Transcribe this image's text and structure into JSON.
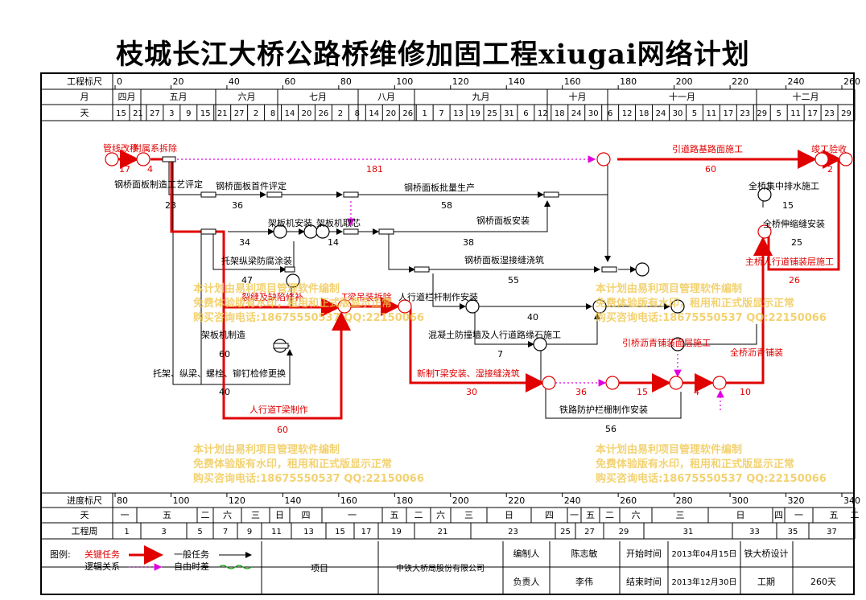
{
  "title": "枝城长江大桥公路桥维修加固工程xiugai网络计划",
  "header": {
    "rows": {
      "scale": "工程标尺",
      "month": "月",
      "day": "天",
      "progress": "进度标尺",
      "day2": "天",
      "week": "工程周"
    },
    "scale_ticks": [
      "0",
      "20",
      "40",
      "60",
      "80",
      "100",
      "120",
      "140",
      "160",
      "180",
      "200",
      "220",
      "240",
      "260"
    ],
    "months": [
      "四月",
      "五月",
      "六月",
      "七月",
      "八月",
      "九月",
      "十月",
      "十一月",
      "十二月"
    ],
    "days": [
      "15",
      "21",
      "27",
      "3",
      "9",
      "15",
      "21",
      "27",
      "2",
      "8",
      "14",
      "20",
      "26",
      "2",
      "8",
      "14",
      "20",
      "26",
      "1",
      "7",
      "13",
      "19",
      "25",
      "31",
      "6",
      "12",
      "18",
      "24",
      "30",
      "6",
      "12",
      "18",
      "24",
      "30",
      "5",
      "11",
      "17",
      "23",
      "29",
      "5",
      "11",
      "17",
      "23",
      "29"
    ],
    "progress_ticks": [
      "80",
      "100",
      "120",
      "140",
      "160",
      "180",
      "200",
      "220",
      "240",
      "260",
      "280",
      "300",
      "320",
      "340"
    ],
    "weekdays": [
      "一",
      "五",
      "二",
      "六",
      "三",
      "日",
      "四",
      "一",
      "五",
      "二",
      "六",
      "三",
      "日",
      "四",
      "一",
      "五",
      "二",
      "六",
      "三",
      "日",
      "四",
      "一",
      "五",
      "二"
    ],
    "weeks": [
      "1",
      "3",
      "5",
      "7",
      "9",
      "11",
      "13",
      "15",
      "17",
      "19",
      "21",
      "23",
      "25",
      "27",
      "29",
      "31",
      "33",
      "35",
      "37"
    ]
  },
  "tasks": [
    {
      "label": "管线改移",
      "duration": "17"
    },
    {
      "label": "附属系拆除",
      "duration": "4"
    },
    {
      "label": "引道路基路面施工",
      "duration": "60"
    },
    {
      "label": "竣工验收",
      "duration": "2"
    },
    {
      "label": "钢桥面板制造工艺评定",
      "duration": "23"
    },
    {
      "label": "钢桥面板首件评定",
      "duration": "36"
    },
    {
      "label": "钢桥面板批量生产",
      "duration": "58"
    },
    {
      "label": "钢桥面板安装",
      "duration": "38"
    },
    {
      "label": "钢桥面板湿接缝浇筑",
      "duration": "55"
    },
    {
      "label": "架板机安装",
      "duration": "34"
    },
    {
      "label": "架板机取芯",
      "duration": "14"
    },
    {
      "label": "托架纵梁防腐涂装",
      "duration": "47"
    },
    {
      "label": "裂缝及缺陷修补",
      "duration": ""
    },
    {
      "label": "T梁吊装拆除",
      "duration": ""
    },
    {
      "label": "人行道栏杆制作安装",
      "duration": "40"
    },
    {
      "label": "混凝土防撞墙及人行道路缘石施工",
      "duration": "7"
    },
    {
      "label": "架板机制造",
      "duration": "60"
    },
    {
      "label": "托架、纵梁、螺栓、铆钉检修更换",
      "duration": "40"
    },
    {
      "label": "新制T梁安装、湿接缝浇筑",
      "duration": "30"
    },
    {
      "label": "人行道T梁制作",
      "duration": "60"
    },
    {
      "label": "铁路防护栏栅制作安装",
      "duration": "56"
    },
    {
      "label": "全桥集中排水施工",
      "duration": "15"
    },
    {
      "label": "全桥伸缩缝安装",
      "duration": "25"
    },
    {
      "label": "主桥人行道铺装层施工",
      "duration": "26"
    },
    {
      "label": "引桥沥青铺装面层施工",
      "duration": "15"
    },
    {
      "label": "全桥沥青铺装",
      "duration": "10"
    }
  ],
  "float_values": [
    "181",
    "36",
    "4"
  ],
  "watermark": {
    "line1": "本计划由易利项目管理软件编制",
    "line2": "免费体验版有水印，租用和正式版显示正常",
    "line3": "购买咨询电话:18675550537 QQ:22150066"
  },
  "legend": {
    "title": "图例:",
    "critical": "关键任务",
    "normal": "一般任务",
    "logic": "逻辑关系",
    "float": "自由时差"
  },
  "footer": {
    "item_label": "项目",
    "company": "中铁大桥局股份有限公司",
    "editor_label": "编制人",
    "editor": "陈志敏",
    "responsible_label": "负责人",
    "responsible": "李伟",
    "start_label": "开始时间",
    "start": "2013年04月15日",
    "end_label": "结束时间",
    "end": "2013年12月30日",
    "design": "铁大桥设计",
    "duration_label": "工期",
    "duration": "260天"
  },
  "colors": {
    "critical": "#e00000",
    "float": "#e000e0",
    "normal": "#000000",
    "watermark": "#f0c850"
  }
}
